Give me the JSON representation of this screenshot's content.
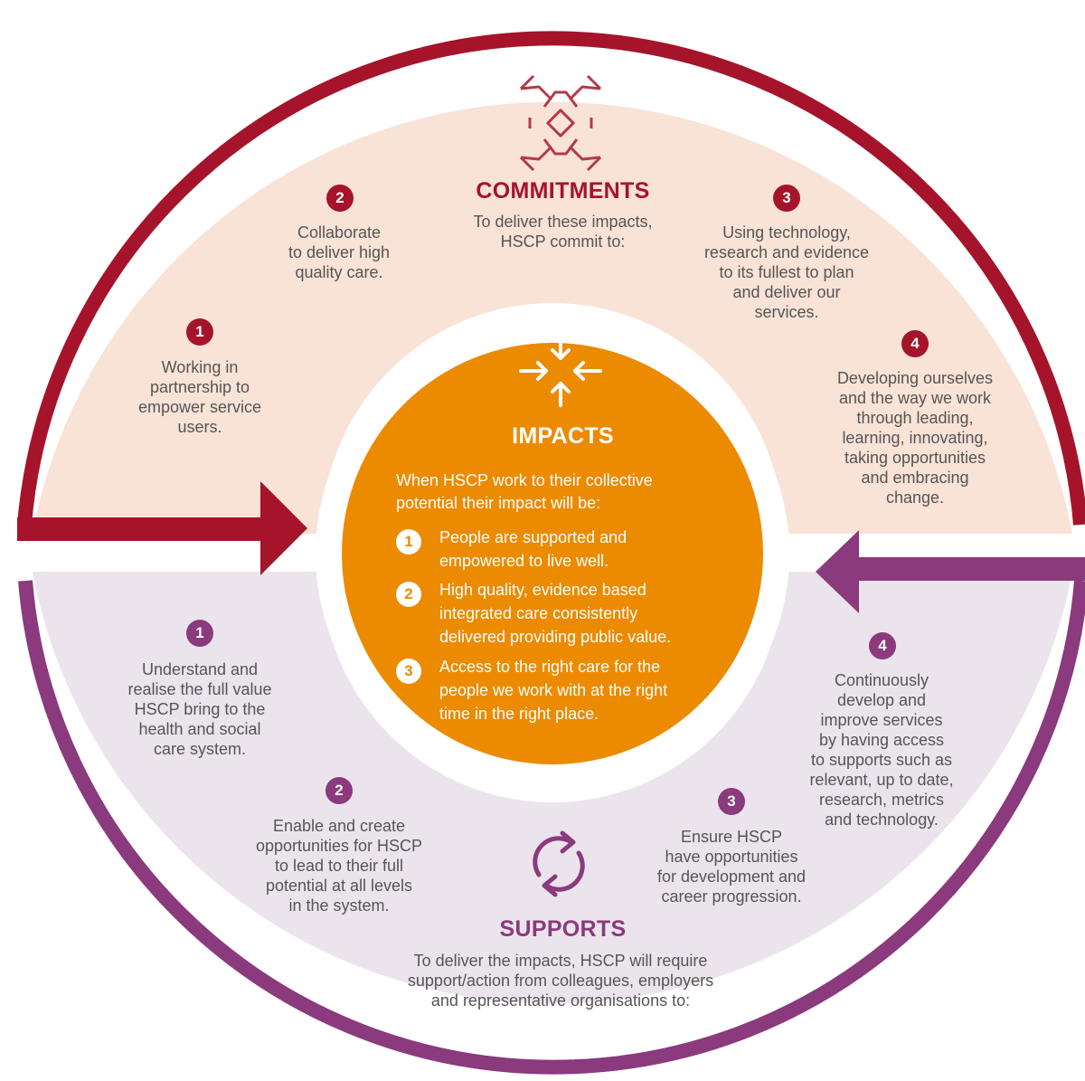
{
  "colors": {
    "commitments_ring": "#a5142a",
    "supports_ring": "#8a3a7d",
    "commitments_fill": "#f9e2d6",
    "supports_fill": "#ece4ec",
    "impacts_fill": "#ec8a00",
    "body_text": "#555555"
  },
  "commitments": {
    "icon": "hands-together-icon",
    "title": "COMMITMENTS",
    "intro": "To deliver these impacts,\nHSCP commit to:",
    "items": [
      {
        "num": "1",
        "text": "Working in\npartnership to\nempower service\nusers."
      },
      {
        "num": "2",
        "text": "Collaborate\nto deliver high\nquality care."
      },
      {
        "num": "3",
        "text": "Using technology,\nresearch and evidence\nto its fullest to plan\nand deliver our\nservices."
      },
      {
        "num": "4",
        "text": "Developing ourselves\nand the way we work\nthrough leading,\nlearning, innovating,\ntaking opportunities\nand embracing\nchange."
      }
    ]
  },
  "impacts": {
    "icon": "converging-arrows-icon",
    "title": "IMPACTS",
    "intro": "When HSCP work to their collective\npotential their impact will be:",
    "items": [
      {
        "num": "1",
        "text": "People are supported and\nempowered to live well."
      },
      {
        "num": "2",
        "text": "High quality, evidence based\nintegrated care consistently\ndelivered providing public value."
      },
      {
        "num": "3",
        "text": "Access to the right care for the\npeople we work with at the right\ntime in the right place."
      }
    ]
  },
  "supports": {
    "icon": "cycle-arrows-icon",
    "title": "SUPPORTS",
    "intro": "To deliver the impacts, HSCP will require\nsupport/action from colleagues, employers\nand representative organisations to:",
    "items": [
      {
        "num": "1",
        "text": "Understand and\nrealise the full value\nHSCP bring to the\nhealth and social\ncare system."
      },
      {
        "num": "2",
        "text": "Enable and create\nopportunities for HSCP\nto lead to their full\npotential at all levels\nin the system."
      },
      {
        "num": "3",
        "text": "Ensure HSCP\nhave opportunities\nfor development and\ncareer progression."
      },
      {
        "num": "4",
        "text": "Continuously\ndevelop and\nimprove services\nby having access\nto supports such as\nrelevant, up to date,\nresearch, metrics\nand technology."
      }
    ]
  }
}
